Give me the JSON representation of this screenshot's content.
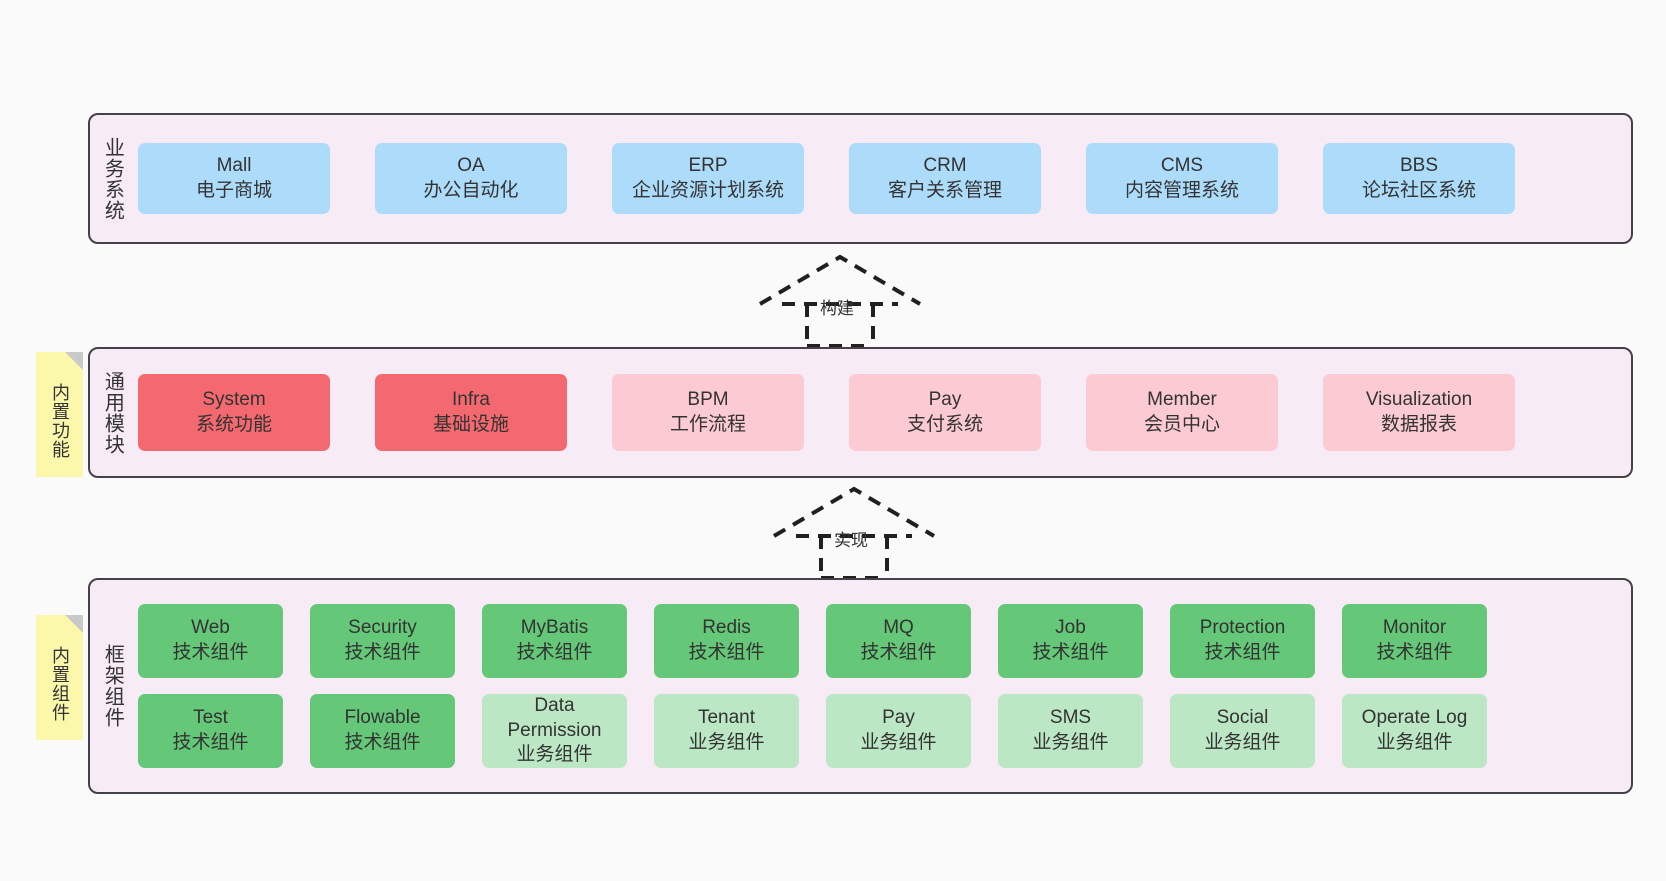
{
  "diagram": {
    "background_color": "#fafafa",
    "layer_fill": "#f7ecf6",
    "layer_border": "#44414a",
    "note_color": "#fbf8ab"
  },
  "layers": [
    {
      "id": "business",
      "title": "业务系统",
      "card_color": "#addcfb",
      "cards": [
        {
          "en": "Mall",
          "cn": "电子商城"
        },
        {
          "en": "OA",
          "cn": "办公自动化"
        },
        {
          "en": "ERP",
          "cn": "企业资源计划系统"
        },
        {
          "en": "CRM",
          "cn": "客户关系管理"
        },
        {
          "en": "CMS",
          "cn": "内容管理系统"
        },
        {
          "en": "BBS",
          "cn": "论坛社区系统"
        }
      ]
    },
    {
      "id": "modules",
      "title": "通用模块",
      "note": "内置功能",
      "cards": [
        {
          "en": "System",
          "cn": "系统功能",
          "color": "#f4696f"
        },
        {
          "en": "Infra",
          "cn": "基础设施",
          "color": "#f4696f"
        },
        {
          "en": "BPM",
          "cn": "工作流程",
          "color": "#fbcad2"
        },
        {
          "en": "Pay",
          "cn": "支付系统",
          "color": "#fbcad2"
        },
        {
          "en": "Member",
          "cn": "会员中心",
          "color": "#fbcad2"
        },
        {
          "en": "Visualization",
          "cn": "数据报表",
          "color": "#fbcad2"
        }
      ]
    },
    {
      "id": "framework",
      "title": "框架组件",
      "note": "内置组件",
      "rows": [
        [
          {
            "en": "Web",
            "cn": "技术组件",
            "color": "#64c878"
          },
          {
            "en": "Security",
            "cn": "技术组件",
            "color": "#64c878"
          },
          {
            "en": "MyBatis",
            "cn": "技术组件",
            "color": "#64c878"
          },
          {
            "en": "Redis",
            "cn": "技术组件",
            "color": "#64c878"
          },
          {
            "en": "MQ",
            "cn": "技术组件",
            "color": "#64c878"
          },
          {
            "en": "Job",
            "cn": "技术组件",
            "color": "#64c878"
          },
          {
            "en": "Protection",
            "cn": "技术组件",
            "color": "#64c878"
          },
          {
            "en": "Monitor",
            "cn": "技术组件",
            "color": "#64c878"
          }
        ],
        [
          {
            "en": "Test",
            "cn": "技术组件",
            "color": "#64c878"
          },
          {
            "en": "Flowable",
            "cn": "技术组件",
            "color": "#64c878"
          },
          {
            "en": "Data Permission",
            "cn": "业务组件",
            "color": "#bce7c4"
          },
          {
            "en": "Tenant",
            "cn": "业务组件",
            "color": "#bce7c4"
          },
          {
            "en": "Pay",
            "cn": "业务组件",
            "color": "#bce7c4"
          },
          {
            "en": "SMS",
            "cn": "业务组件",
            "color": "#bce7c4"
          },
          {
            "en": "Social",
            "cn": "业务组件",
            "color": "#bce7c4"
          },
          {
            "en": "Operate Log",
            "cn": "业务组件",
            "color": "#bce7c4"
          }
        ]
      ]
    }
  ],
  "connectors": [
    {
      "id": "build",
      "label": "构建",
      "style": "dashed-hollow-triangle",
      "direction": "up"
    },
    {
      "id": "impl",
      "label": "实现",
      "style": "dashed-hollow-triangle",
      "direction": "up"
    }
  ]
}
